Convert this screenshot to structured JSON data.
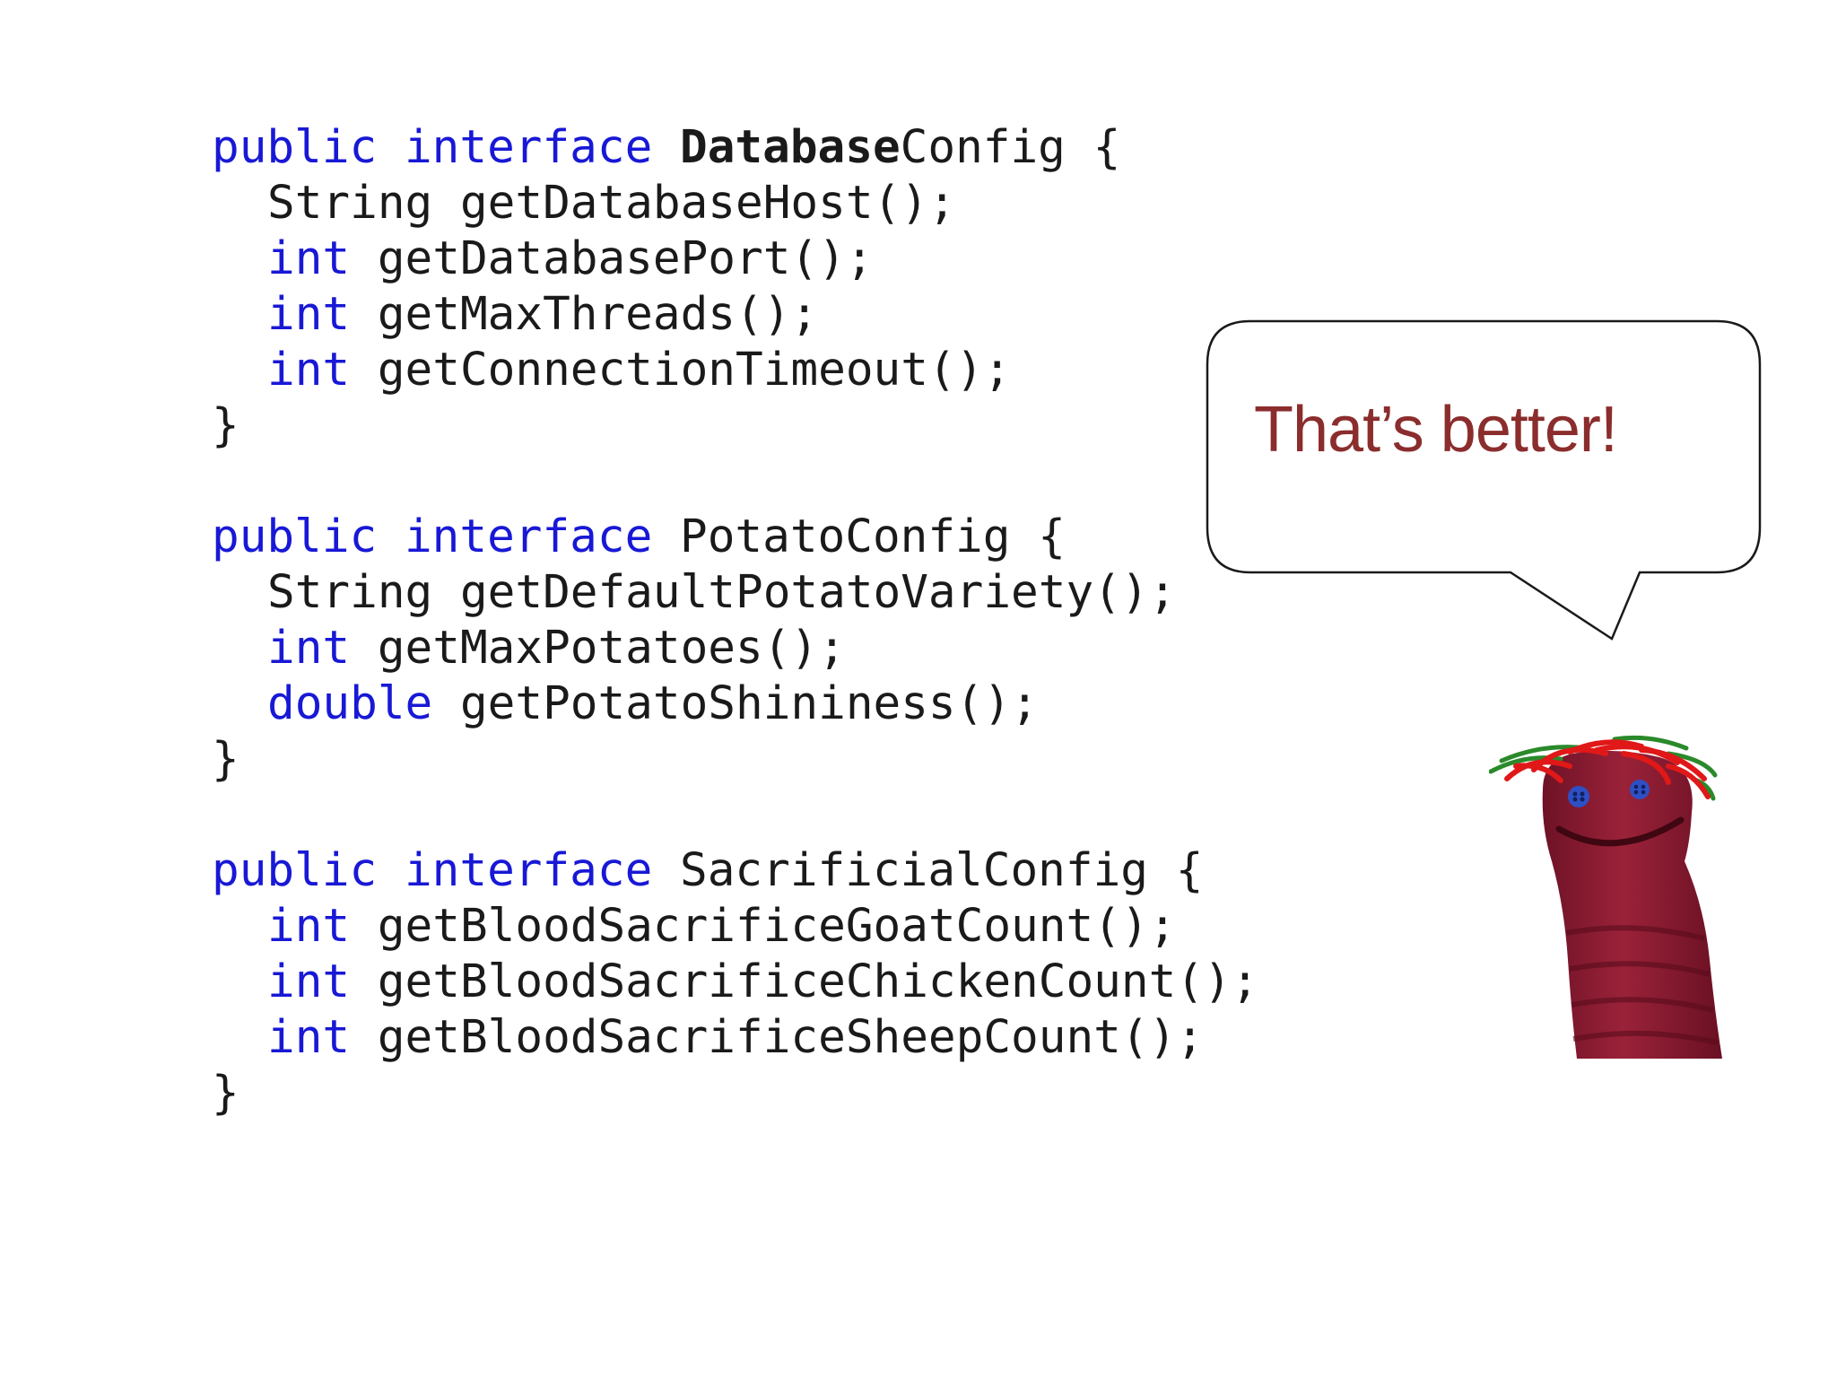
{
  "slide": {
    "code_blocks": [
      {
        "modifier": "public",
        "keyword": "interface",
        "name_bold": "Database",
        "name_rest": "Config",
        "open": " {",
        "members": [
          {
            "type": "String",
            "type_is_keyword": false,
            "method": "getDatabaseHost();"
          },
          {
            "type": "int",
            "type_is_keyword": true,
            "method": "getDatabasePort();"
          },
          {
            "type": "int",
            "type_is_keyword": true,
            "method": "getMaxThreads();"
          },
          {
            "type": "int",
            "type_is_keyword": true,
            "method": "getConnectionTimeout();"
          }
        ],
        "close": "}"
      },
      {
        "modifier": "public",
        "keyword": "interface",
        "name_bold": "",
        "name_rest": "PotatoConfig",
        "open": " {",
        "members": [
          {
            "type": "String",
            "type_is_keyword": false,
            "method": "getDefaultPotatoVariety();"
          },
          {
            "type": "int",
            "type_is_keyword": true,
            "method": "getMaxPotatoes();"
          },
          {
            "type": "double",
            "type_is_keyword": true,
            "method": "getPotatoShininess();"
          }
        ],
        "close": "}"
      },
      {
        "modifier": "public",
        "keyword": "interface",
        "name_bold": "",
        "name_rest": "SacrificialConfig",
        "open": " {",
        "members": [
          {
            "type": "int",
            "type_is_keyword": true,
            "method": "getBloodSacrificeGoatCount();"
          },
          {
            "type": "int",
            "type_is_keyword": true,
            "method": "getBloodSacrificeChickenCount();"
          },
          {
            "type": "int",
            "type_is_keyword": true,
            "method": "getBloodSacrificeSheepCount();"
          }
        ],
        "close": "}"
      }
    ],
    "speech_bubble": {
      "text": "That’s better!"
    },
    "colors": {
      "keyword": "#1818d6",
      "code_text": "#1a1a1a",
      "bubble_text": "#8b2d2d",
      "sock": "#8e1f33",
      "yarn_red": "#e01818",
      "yarn_green": "#2a8a2a",
      "button_eye": "#2f4fc4"
    },
    "images": {
      "puppet": "sock-puppet-icon"
    }
  }
}
